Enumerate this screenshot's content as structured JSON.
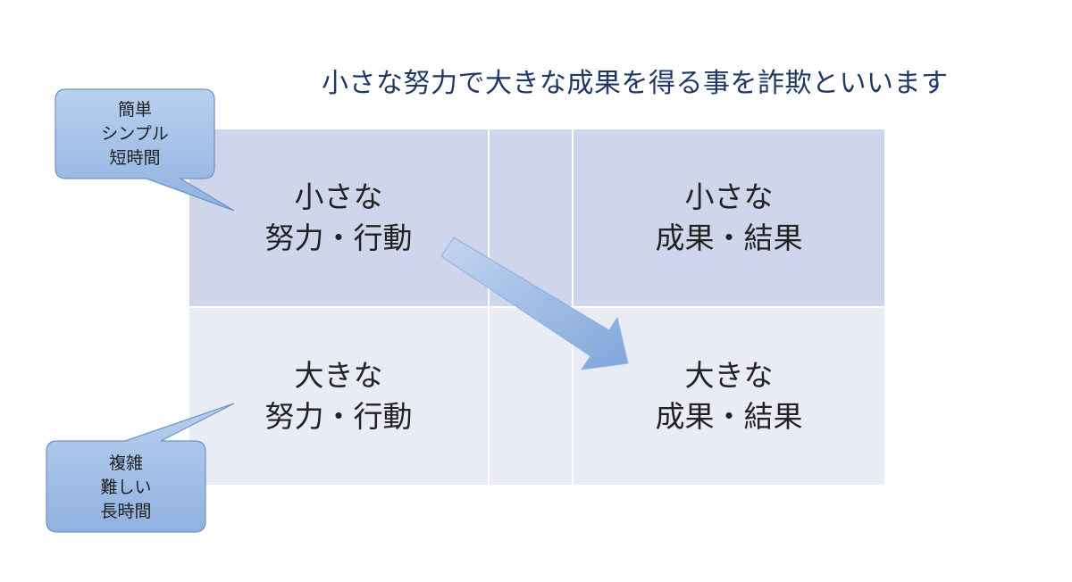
{
  "title": "小さな努力で大きな成果を得る事を詐欺といいます",
  "grid": {
    "top_left": {
      "line1": "小さな",
      "line2": "努力・行動"
    },
    "top_right": {
      "line1": "小さな",
      "line2": "成果・結果"
    },
    "bottom_left": {
      "line1": "大きな",
      "line2": "努力・行動"
    },
    "bottom_right": {
      "line1": "大きな",
      "line2": "成果・結果"
    }
  },
  "callouts": {
    "top": {
      "lines": [
        "簡単",
        "シンプル",
        "短時間"
      ]
    },
    "bottom": {
      "lines": [
        "複雑",
        "難しい",
        "長時間"
      ]
    }
  },
  "colors": {
    "title": "#1f3866",
    "grid_top_row": "#cfd5ea",
    "grid_bottom_row": "#e9ebf5",
    "callout_fill": "#9dbde4",
    "callout_stroke": "#6f93c8",
    "arrow_fill": "#9cbbe2"
  }
}
